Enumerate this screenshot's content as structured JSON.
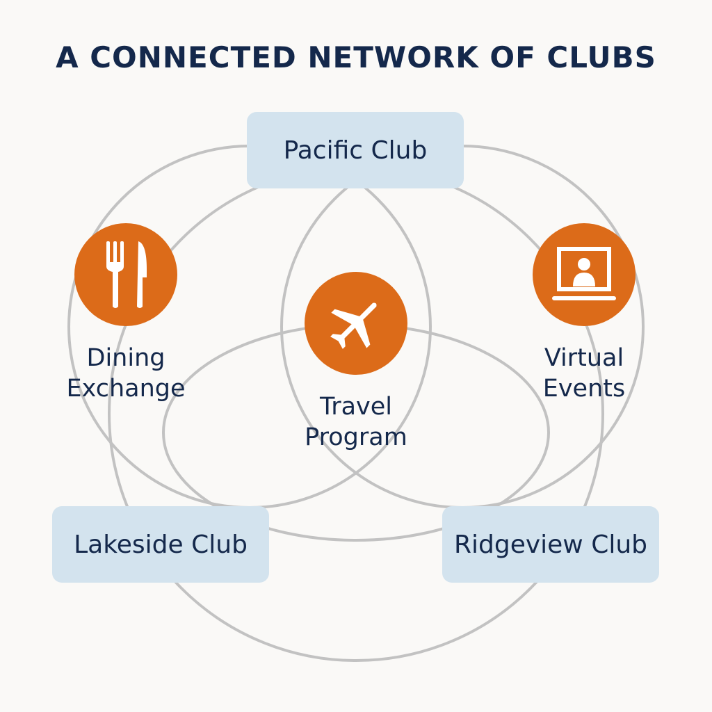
{
  "title": "A CONNECTED NETWORK OF CLUBS",
  "clubs": {
    "pacific": "Pacific Club",
    "lakeside": "Lakeside Club",
    "ridgeview": "Ridgeview Club"
  },
  "programs": {
    "dining": {
      "line1": "Dining",
      "line2": "Exchange",
      "icon": "fork-knife-icon"
    },
    "travel": {
      "line1": "Travel",
      "line2": "Program",
      "icon": "airplane-icon"
    },
    "virtual": {
      "line1": "Virtual",
      "line2": "Events",
      "icon": "laptop-person-icon"
    }
  },
  "colors": {
    "accent": "#dc6b19",
    "box": "#d3e3ee",
    "text": "#14284b",
    "lines": "#c2c2c2"
  }
}
